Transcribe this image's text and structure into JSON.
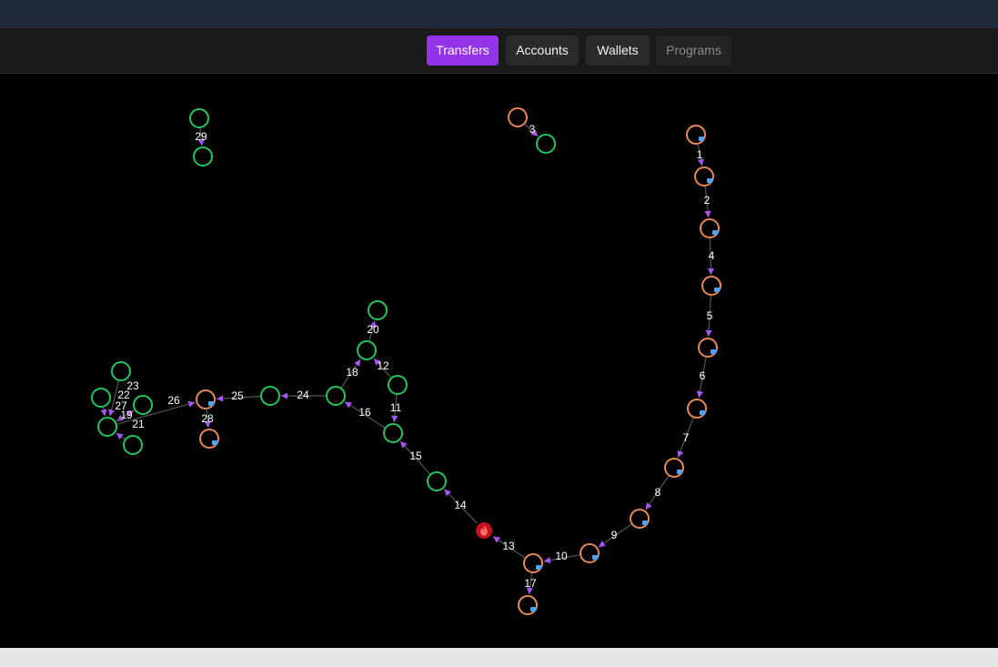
{
  "tabs": [
    {
      "label": "Transfers",
      "state": "active"
    },
    {
      "label": "Accounts",
      "state": "normal"
    },
    {
      "label": "Wallets",
      "state": "normal"
    },
    {
      "label": "Programs",
      "state": "disabled"
    }
  ],
  "colors": {
    "accent": "#9333ea",
    "wallet_ring": "#e58a55",
    "token_ring": "#22c55e",
    "usdc": "#2775ca",
    "burn": "#dc2626",
    "unknown": "#f59e0b",
    "edge": "#555555",
    "arrow": "#a855f7"
  },
  "graph": {
    "nodes": [
      {
        "id": "n29a",
        "icon": "sol-token-icon",
        "ring": "green"
      },
      {
        "id": "n29b",
        "icon": "sol-token-icon",
        "ring": "green"
      },
      {
        "id": "nq",
        "icon": "question-icon",
        "ring": "orange"
      },
      {
        "id": "nplane",
        "icon": "airdrop-icon",
        "ring": "green"
      },
      {
        "id": "n1",
        "icon": "sol-token-icon",
        "ring": "orange"
      },
      {
        "id": "n2",
        "icon": "sol-token-icon",
        "ring": "orange"
      },
      {
        "id": "n4",
        "icon": "usdc-icon",
        "ring": "orange"
      },
      {
        "id": "n5",
        "icon": "usdc-icon",
        "ring": "orange"
      },
      {
        "id": "n6",
        "icon": "usdc-icon",
        "ring": "orange"
      },
      {
        "id": "n7",
        "icon": "meteora-icon",
        "ring": "orange"
      },
      {
        "id": "n8",
        "icon": "meteora-icon",
        "ring": "orange"
      },
      {
        "id": "n9",
        "icon": "meteora-icon",
        "ring": "orange"
      },
      {
        "id": "n10",
        "icon": "meteora-icon",
        "ring": "orange"
      },
      {
        "id": "n17a",
        "icon": "jito-icon",
        "ring": "orange"
      },
      {
        "id": "n17b",
        "icon": "jito-icon",
        "ring": "orange"
      },
      {
        "id": "nburn",
        "icon": "fire-icon",
        "ring": "red"
      },
      {
        "id": "n14",
        "icon": "sol-token-icon",
        "ring": "green"
      },
      {
        "id": "n15",
        "icon": "sol-token-icon",
        "ring": "green"
      },
      {
        "id": "n11",
        "icon": "sol-token-icon",
        "ring": "green"
      },
      {
        "id": "n16",
        "icon": "sol-token-icon",
        "ring": "green"
      },
      {
        "id": "n18",
        "icon": "sol-token-icon",
        "ring": "green"
      },
      {
        "id": "n20",
        "icon": "sol-token-icon",
        "ring": "green"
      },
      {
        "id": "n24",
        "icon": "sol-token-icon",
        "ring": "green"
      },
      {
        "id": "n26",
        "icon": "sol-token-icon",
        "ring": "orange"
      },
      {
        "id": "n28",
        "icon": "sol-token-icon",
        "ring": "orange"
      },
      {
        "id": "n23",
        "icon": "sol-token-icon",
        "ring": "green"
      },
      {
        "id": "n22",
        "icon": "sol-token-icon",
        "ring": "green"
      },
      {
        "id": "n27",
        "icon": "sol-token-icon",
        "ring": "green"
      },
      {
        "id": "n19",
        "icon": "sol-token-icon",
        "ring": "green"
      },
      {
        "id": "n21",
        "icon": "sol-token-icon",
        "ring": "green"
      }
    ],
    "edges": [
      {
        "label": "29",
        "from": "n29a",
        "to": "n29b"
      },
      {
        "label": "3",
        "from": "nq",
        "to": "nplane"
      },
      {
        "label": "1",
        "from": "n1",
        "to": "n2"
      },
      {
        "label": "2",
        "from": "n2",
        "to": "n4"
      },
      {
        "label": "4",
        "from": "n4",
        "to": "n5"
      },
      {
        "label": "5",
        "from": "n5",
        "to": "n6"
      },
      {
        "label": "6",
        "from": "n6",
        "to": "n7"
      },
      {
        "label": "7",
        "from": "n7",
        "to": "n8"
      },
      {
        "label": "8",
        "from": "n8",
        "to": "n9"
      },
      {
        "label": "9",
        "from": "n9",
        "to": "n10"
      },
      {
        "label": "10",
        "from": "n10",
        "to": "n17a"
      },
      {
        "label": "17",
        "from": "n17a",
        "to": "n17b"
      },
      {
        "label": "13",
        "from": "n17a",
        "to": "nburn"
      },
      {
        "label": "14",
        "from": "nburn",
        "to": "n14"
      },
      {
        "label": "15",
        "from": "n14",
        "to": "n15"
      },
      {
        "label": "11",
        "from": "n11",
        "to": "n15"
      },
      {
        "label": "16",
        "from": "n15",
        "to": "n16"
      },
      {
        "label": "12",
        "from": "n11",
        "to": "n18"
      },
      {
        "label": "18",
        "from": "n16",
        "to": "n18"
      },
      {
        "label": "20",
        "from": "n18",
        "to": "n20"
      },
      {
        "label": "24",
        "from": "n16",
        "to": "n24"
      },
      {
        "label": "25",
        "from": "n24",
        "to": "n26"
      },
      {
        "label": "26",
        "from": "n19",
        "to": "n26"
      },
      {
        "label": "28",
        "from": "n26",
        "to": "n28"
      },
      {
        "label": "23",
        "from": "n23",
        "to": "n19"
      },
      {
        "label": "22",
        "from": "n22",
        "to": "n19"
      },
      {
        "label": "27",
        "from": "n27",
        "to": "n19"
      },
      {
        "label": "19",
        "from": "n19",
        "to": "n27"
      },
      {
        "label": "21",
        "from": "n21",
        "to": "n19"
      }
    ]
  }
}
